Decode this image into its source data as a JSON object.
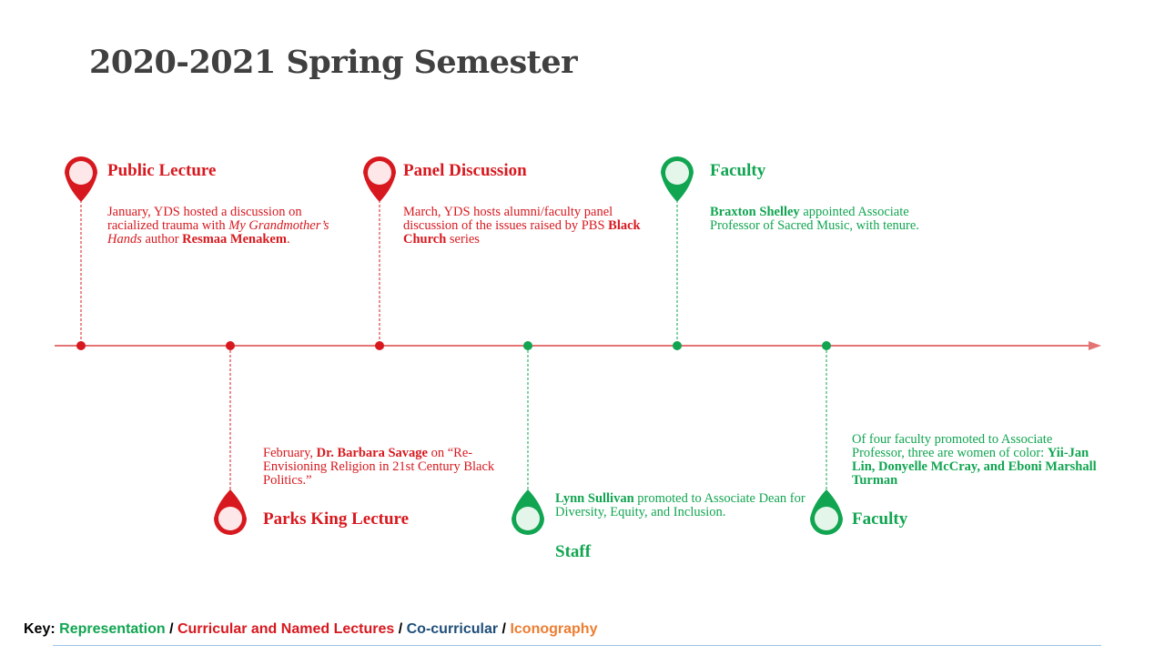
{
  "title": "2020-2021 Spring Semester",
  "colors": {
    "red": "#d7191f",
    "green": "#11a551",
    "axis": "#e57373",
    "pin_fill_red": "#fde7e8",
    "pin_fill_green": "#e4f6ea"
  },
  "events": [
    {
      "label": "Public Lecture",
      "color": "red",
      "position": "above",
      "desc_parts": [
        {
          "t": "January, YDS hosted a discussion on racialized trauma with "
        },
        {
          "t": "My Grandmother’s Hands",
          "i": true
        },
        {
          "t": " author "
        },
        {
          "t": "Resmaa Menakem",
          "b": true
        },
        {
          "t": "."
        }
      ]
    },
    {
      "label": "Parks King Lecture",
      "color": "red",
      "position": "below",
      "desc_parts": [
        {
          "t": "February,  "
        },
        {
          "t": "Dr. Barbara Savage",
          "b": true
        },
        {
          "t": " on “Re-Envisioning Religion in 21st Century Black Politics.”"
        }
      ]
    },
    {
      "label": "Panel Discussion",
      "color": "red",
      "position": "above",
      "desc_parts": [
        {
          "t": "March, YDS hosts alumni/faculty panel discussion of the issues raised by PBS "
        },
        {
          "t": "Black Church",
          "b": true
        },
        {
          "t": " series"
        }
      ]
    },
    {
      "label": "Staff",
      "color": "green",
      "position": "below",
      "desc_parts": [
        {
          "t": "Lynn Sullivan",
          "b": true
        },
        {
          "t": " promoted to Associate Dean for Diversity, Equity, and Inclusion."
        }
      ]
    },
    {
      "label": "Faculty",
      "color": "green",
      "position": "above",
      "desc_parts": [
        {
          "t": "Braxton Shelley",
          "b": true
        },
        {
          "t": " appointed Associate Professor of Sacred Music, with tenure."
        }
      ]
    },
    {
      "label": "Faculty",
      "color": "green",
      "position": "below",
      "desc_parts": [
        {
          "t": "Of four faculty promoted to Associate Professor, three are women of color: "
        },
        {
          "t": "Yii-Jan Lin, Donyelle McCray, and Eboni Marshall Turman",
          "b": true
        }
      ]
    }
  ],
  "key": {
    "title": "Key:",
    "representation": "Representation",
    "curricular": "Curricular and Named Lectures",
    "cocurricular": "Co-curricular",
    "iconography": "Iconography",
    "separator": "/"
  }
}
